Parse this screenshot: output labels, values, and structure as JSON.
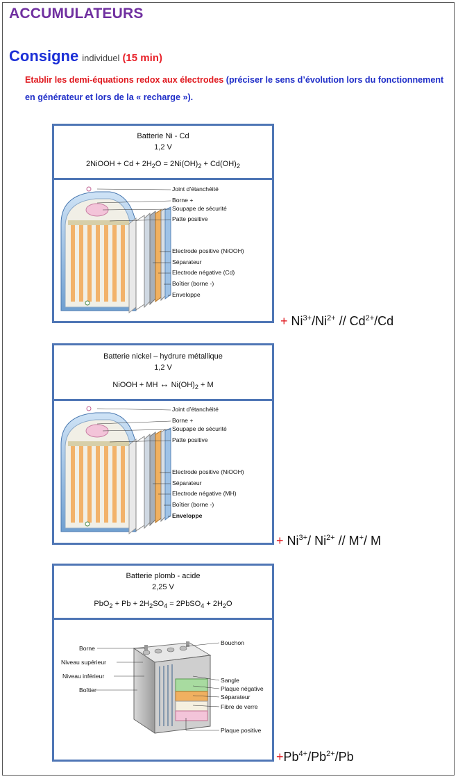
{
  "title": "ACCUMULATEURS",
  "consigne": {
    "word": "Consigne",
    "mode": "individuel",
    "time": "(15 min)"
  },
  "instruction": {
    "red_part": "Etablir les demi-équations redox aux électrodes",
    "blue_part": " (préciser le sens d’évolution lors du fonctionnement en générateur et lors de la « recharge »)."
  },
  "batteries": [
    {
      "name": "Batterie Ni - Cd",
      "voltage": "1,2 V",
      "equation": {
        "p1": "2NiOOH + Cd + 2H",
        "s1": "2",
        "p2": "O = 2Ni(OH)",
        "s2": "2",
        "p3": " + Cd(OH)",
        "s3": "2"
      },
      "labels": [
        "Joint d’étanchéité",
        "Borne +",
        "Soupape de sécurité",
        "Patte positive",
        "Electrode positive (NiOOH)",
        "Séparateur",
        "Electrode négative  (Cd)",
        "Boîtier (borne -)",
        "Enveloppe"
      ],
      "couple": {
        "plus": "+",
        "a": " Ni",
        "a_sup": "3+",
        "b": "/Ni",
        "b_sup": "2+",
        "c": " // Cd",
        "c_sup": "2+",
        "d": "/Cd"
      }
    },
    {
      "name": "Batterie nickel – hydrure métallique",
      "voltage": "1,2 V",
      "equation": {
        "p1": "NiOOH + MH ",
        "arrow": "↔",
        "p2": " Ni(OH)",
        "s2": "2",
        "p3": " + M"
      },
      "labels": [
        "Joint d’étanchéité",
        "Borne +",
        "Soupape de sécurité",
        "Patte positive",
        "Electrode positive (NiOOH)",
        "Séparateur",
        "Electrode négative  (MH)",
        "Boîtier (borne -)",
        "Enveloppe"
      ],
      "couple": {
        "plus": "+",
        "a": " Ni",
        "a_sup": "3+",
        "b": "/ Ni",
        "b_sup": "2+",
        "c": " // M",
        "c_sup": "+",
        "d": "/ M"
      }
    },
    {
      "name": "Batterie plomb - acide",
      "voltage": "2,25 V",
      "equation": {
        "p1": "PbO",
        "s1": "2",
        "p2": " + Pb + 2H",
        "s2": "2",
        "p3": "SO",
        "s3": "4",
        "p4": " = 2PbSO",
        "s4": "4",
        "p5": " + 2H",
        "s5": "2",
        "p6": "O"
      },
      "labels_left": [
        "Borne",
        "Niveau supérieur",
        "Niveau inférieur",
        "Boîtier"
      ],
      "labels_right": [
        "Bouchon",
        "Sangle",
        "Plaque négative",
        "Séparateur",
        "Fibre de verre",
        "Plaque positive"
      ],
      "couple": {
        "plus": "+",
        "a": "Pb",
        "a_sup": "4+",
        "b": "/Pb",
        "b_sup": "2+",
        "d": "/Pb"
      }
    }
  ]
}
